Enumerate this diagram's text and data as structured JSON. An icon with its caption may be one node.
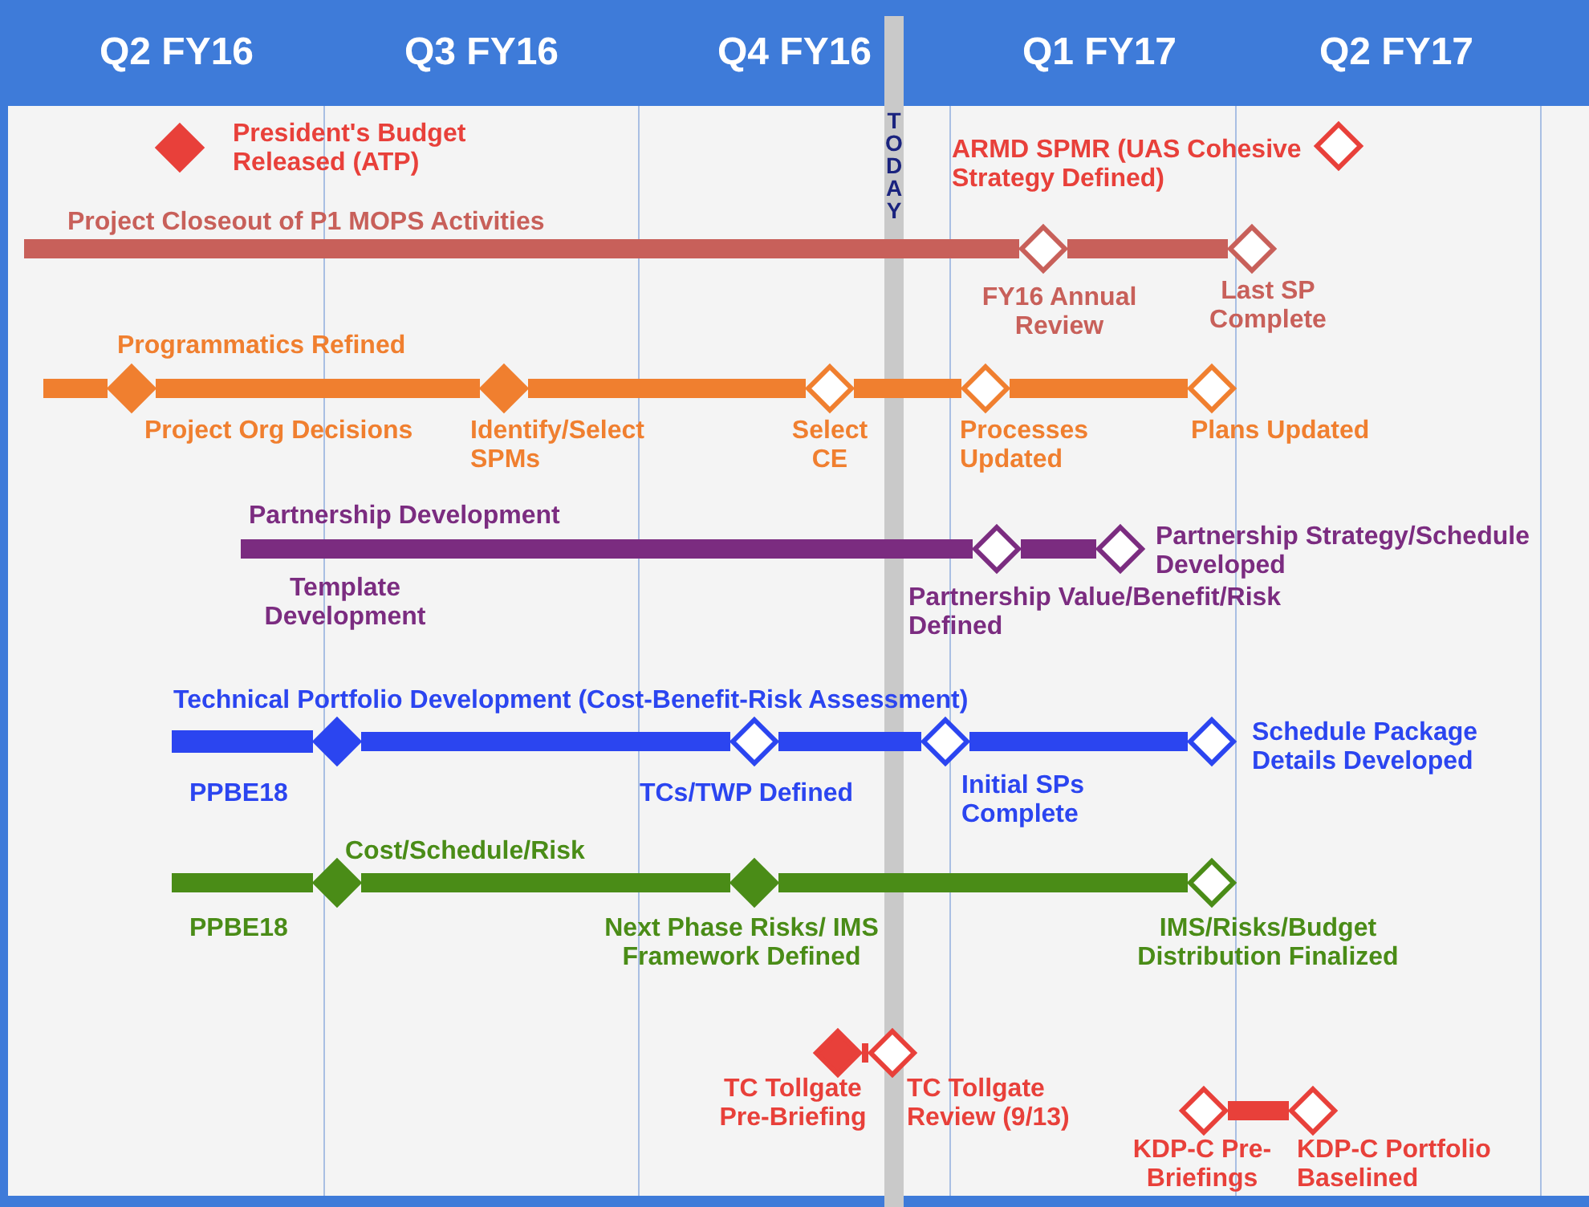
{
  "diagram": {
    "nodes": [
      {
        "text": [
          "President's Budget Released (ATP)"
        ]
      },
      {
        "text": [
          "ARMD SPMR (UAS Cohesive Strategy Defined)"
        ]
      },
      {
        "text": [
          "FY16 Annual Review"
        ]
      },
      {
        "text": [
          "Last SP Complete"
        ]
      },
      {
        "text": [
          "Project Org Decisions"
        ]
      },
      {
        "text": [
          "Identify/Select SPMs"
        ]
      },
      {
        "text": [
          "Select CE"
        ]
      },
      {
        "text": [
          "Processes Updated"
        ]
      },
      {
        "text": [
          "Plans Updated"
        ]
      },
      {
        "text": [
          "Partnership Value/Benefit/Risk Defined"
        ]
      },
      {
        "text": [
          "Partnership Strategy/Schedule Developed"
        ]
      },
      {
        "text": [
          "PPBE18"
        ]
      },
      {
        "text": [
          "TCs/TWP Defined"
        ]
      },
      {
        "text": [
          "Initial SPs Complete"
        ]
      },
      {
        "text": [
          "Schedule Package Details Developed"
        ]
      },
      {
        "text": [
          "PPBE18"
        ]
      },
      {
        "text": [
          "Next Phase Risks/ IMS Framework Defined"
        ]
      },
      {
        "text": [
          "IMS/Risks/Budget Distribution Finalized"
        ]
      },
      {
        "text": [
          "TC Tollgate Pre-Briefing"
        ]
      },
      {
        "text": [
          "TC Tollgate Review (9/13)"
        ]
      },
      {
        "text": [
          "KDP-C Pre-Briefings"
        ]
      },
      {
        "text": [
          "KDP-C Portfolio Baselined"
        ]
      }
    ],
    "edges": [
      {
        "from": null,
        "to": 2,
        "arrow": "none",
        "label": "Project Closeout of P1 MOPS Activities",
        "color": "#c8605a"
      },
      {
        "from": 2,
        "to": 3,
        "arrow": "none",
        "color": "#c8605a"
      },
      {
        "from": null,
        "to": 4,
        "arrow": "none",
        "label": "Programmatics Refined",
        "color": "#f07f2f"
      },
      {
        "from": 4,
        "to": 5,
        "arrow": "none",
        "color": "#f07f2f"
      },
      {
        "from": 5,
        "to": 6,
        "arrow": "none",
        "color": "#f07f2f"
      },
      {
        "from": 6,
        "to": 7,
        "arrow": "none",
        "color": "#f07f2f"
      },
      {
        "from": 7,
        "to": 8,
        "arrow": "none",
        "color": "#f07f2f"
      },
      {
        "from": null,
        "to": 9,
        "arrow": "none",
        "label": "Partnership Development",
        "color": "#7b2c80"
      },
      {
        "from": 9,
        "to": 10,
        "arrow": "none",
        "color": "#7b2c80"
      },
      {
        "from": null,
        "to": 11,
        "arrow": "none",
        "label": "Technical Portfolio Development (Cost-Benefit-Risk Assessment)",
        "color": "#2b45f0"
      },
      {
        "from": 11,
        "to": 12,
        "arrow": "none",
        "color": "#2b45f0"
      },
      {
        "from": 12,
        "to": 13,
        "arrow": "none",
        "color": "#2b45f0"
      },
      {
        "from": 13,
        "to": 14,
        "arrow": "none",
        "color": "#2b45f0"
      },
      {
        "from": null,
        "to": 15,
        "arrow": "none",
        "label": "Cost/Schedule/Risk",
        "color": "#4a8c17"
      },
      {
        "from": 15,
        "to": 16,
        "arrow": "none",
        "color": "#4a8c17"
      },
      {
        "from": 16,
        "to": 17,
        "arrow": "none",
        "color": "#4a8c17"
      },
      {
        "from": 18,
        "to": 19,
        "arrow": "none",
        "color": "#e8403a"
      },
      {
        "from": 20,
        "to": 21,
        "arrow": "none",
        "color": "#e8403a"
      }
    ],
    "labels": [
      "Q2 FY16",
      "Q3 FY16",
      "Q4 FY16",
      "Q1 FY17",
      "Q2 FY17",
      "TODAY",
      "Template Development"
    ]
  }
}
